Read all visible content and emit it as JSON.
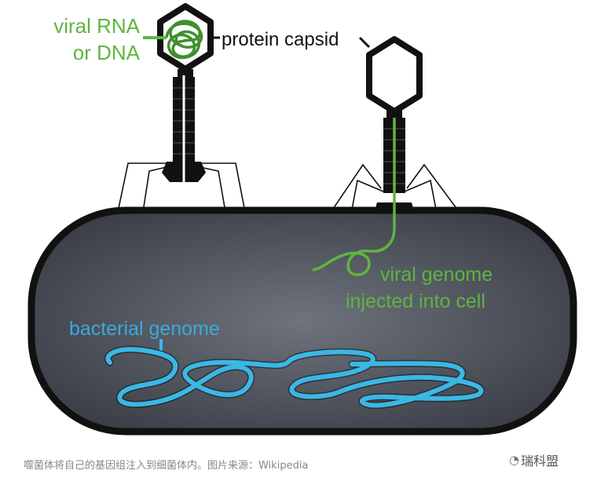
{
  "labels": {
    "viral_nucleic_acid_line1": "viral RNA",
    "viral_nucleic_acid_line2": "or DNA",
    "protein_capsid": "protein capsid",
    "viral_genome_line1": "viral genome",
    "viral_genome_line2": "injected into cell",
    "bacterial_genome": "bacterial genome"
  },
  "caption": "噬菌体将自己的基因组注入到细菌体内。图片来源：Wikipedia",
  "watermark": {
    "text": "瑞科盟",
    "icon": "wechat-icon"
  },
  "colors": {
    "viral_label": "#5fb541",
    "bacterial_label": "#3aa9df",
    "bacterial_genome": "#3ab8e6",
    "cell_fill": "#4a4e58",
    "outline": "#111111"
  }
}
